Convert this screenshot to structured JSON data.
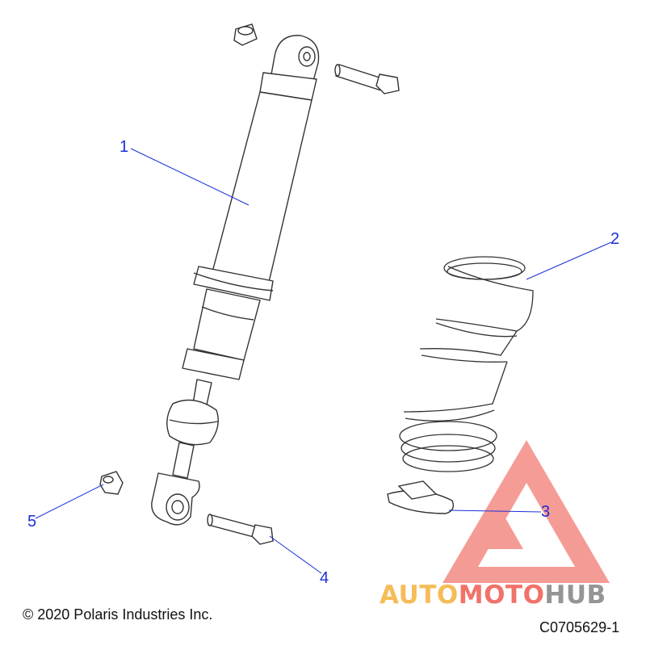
{
  "callouts": [
    {
      "id": "1",
      "label": "1"
    },
    {
      "id": "2",
      "label": "2"
    },
    {
      "id": "3",
      "label": "3"
    },
    {
      "id": "4",
      "label": "4"
    },
    {
      "id": "5",
      "label": "5"
    }
  ],
  "copyright": "© 2020 Polaris Industries Inc.",
  "figure_code": "C0705629-1",
  "watermark": {
    "part1": "AUTO",
    "part2": "MOTO",
    "part3": "HUB",
    "color_orange": "#f5b13c",
    "color_red": "#ef5a50",
    "color_gray": "#8a8a8a"
  },
  "colors": {
    "leader": "#1a2fd6",
    "outline": "#333333"
  }
}
